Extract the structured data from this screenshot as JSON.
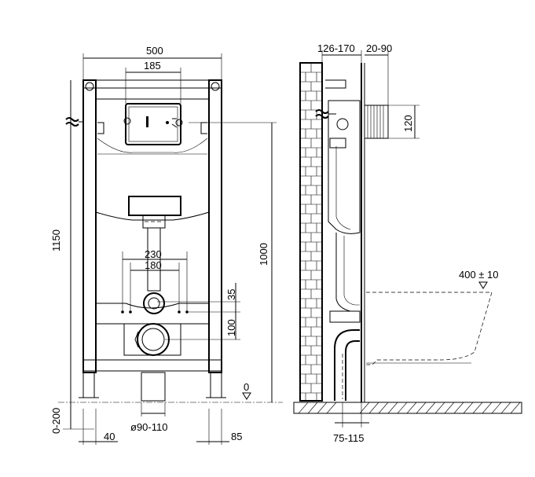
{
  "dimensions": {
    "frame_width": "500",
    "plate_width": "185",
    "frame_height": "1150",
    "inlet_height": "1000",
    "bolt_spacing_outer": "230",
    "bolt_spacing_inner": "180",
    "outlet_offset": "35",
    "outlet_lower": "100",
    "leg_adjust": "0-200",
    "foot_offset_left": "40",
    "foot_offset_right": "85",
    "drain_diameter": "ø90-110",
    "floor_level": "0",
    "wall_depth": "126-170",
    "frame_offset": "20-90",
    "side_pipe": "120",
    "bowl_height": "400 ± 10",
    "drain_depth": "75-115"
  },
  "icons": {
    "water_inlet_front": "water-wave-icon",
    "water_inlet_side": "water-wave-icon",
    "floor_level_marker": "level-triangle-icon",
    "bowl_level_marker": "level-triangle-icon"
  }
}
